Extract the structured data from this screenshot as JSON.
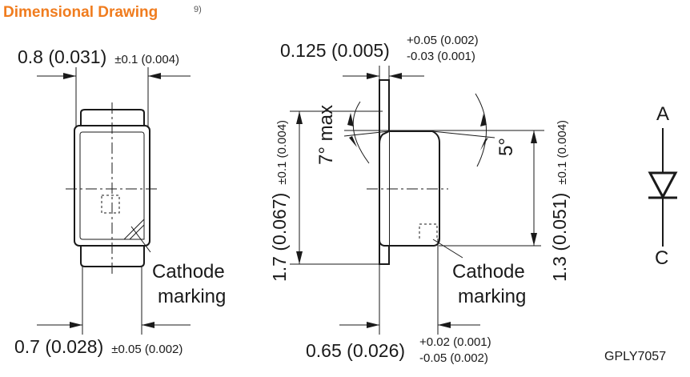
{
  "header": {
    "title": "Dimensional Drawing",
    "footnote": "9)"
  },
  "front_view": {
    "width_top": {
      "value": "0.8 (0.031)",
      "tolerance": "±0.1 (0.004)"
    },
    "width_bottom": {
      "value": "0.7 (0.028)",
      "tolerance": "±0.05 (0.002)"
    },
    "cathode_label": [
      "Cathode",
      "marking"
    ]
  },
  "side_view": {
    "thickness": {
      "value": "0.125 (0.005)",
      "tol_plus": "+0.05 (0.002)",
      "tol_minus": "-0.03 (0.001)"
    },
    "height_left": {
      "value": "1.7 (0.067)",
      "tolerance": "±0.1 (0.004)"
    },
    "height_right": {
      "value": "1.3 (0.051)",
      "tolerance": "±0.1 (0.004)"
    },
    "angle_left": "7° max",
    "angle_right": "5°",
    "width_bottom": {
      "value": "0.65 (0.026)",
      "tol_plus": "+0.02 (0.001)",
      "tol_minus": "-0.05 (0.002)"
    },
    "cathode_label": [
      "Cathode",
      "marking"
    ]
  },
  "symbol": {
    "anode": "A",
    "cathode": "C"
  },
  "drawing_code": "GPLY7057"
}
